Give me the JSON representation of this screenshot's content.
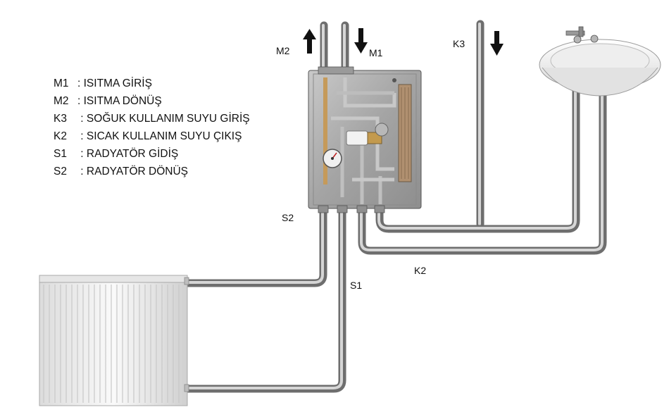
{
  "legend": {
    "items": [
      {
        "code": "M1",
        "text": ": ISITMA GİRİŞ"
      },
      {
        "code": "M2",
        "text": ": ISITMA DÖNÜŞ"
      },
      {
        "code": "K3",
        "text": " : SOĞUK KULLANIM SUYU GİRİŞ"
      },
      {
        "code": "K2",
        "text": " : SICAK KULLANIM SUYU ÇIKIŞ"
      },
      {
        "code": "S1",
        "text": " : RADYATÖR GİDİŞ"
      },
      {
        "code": "S2",
        "text": " : RADYATÖR DÖNÜŞ"
      }
    ]
  },
  "labels": {
    "m1": "M1",
    "m2": "M2",
    "k3": "K3",
    "k2": "K2",
    "s1": "S1",
    "s2": "S2"
  },
  "colors": {
    "pipe_dark": "#6e6e6e",
    "pipe_light": "#d4d4d4",
    "unit_panel": "#a8a8a8",
    "radiator": "#f4f4f4",
    "sink": "#f7f7f7",
    "arrow": "#111111"
  }
}
